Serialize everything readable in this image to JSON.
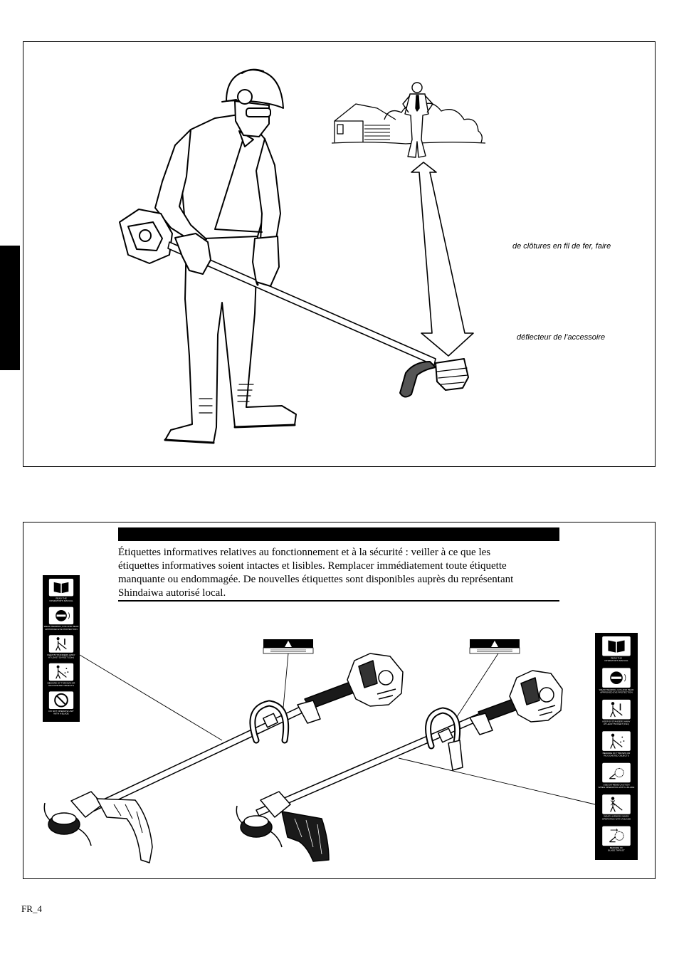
{
  "top_figure": {
    "caption_1": "de clôtures en fil de fer, faire",
    "caption_2": "déflecteur de l’accessoire"
  },
  "safety_labels": {
    "intro_lines": [
      "Étiquettes informatives relatives au fonctionnement et à la sécurité : veiller à ce que les",
      "étiquettes informatives soient intactes et lisibles. Remplacer immédiatement toute étiquette",
      "manquante ou endommagée. De nouvelles étiquettes sont disponibles auprès du représentant",
      "Shindaiwa autorisé local."
    ]
  },
  "labels": {
    "panels": [
      {
        "name": "left-safety-label",
        "items": [
          {
            "icon": "book-icon",
            "caption": [
              "READ THE",
              "OPERATOR'S MANUAL"
            ]
          },
          {
            "icon": "head-protection-icon",
            "caption": [
              "WEAR HEARING, EYE AND HEAD",
              "APPROVED EYE PROTECTION"
            ]
          },
          {
            "icon": "bystanders-icon",
            "caption": [
              "KEEP BYSTANDERS AWAY",
              "AT LEAST 50 FEET (15m)"
            ]
          },
          {
            "icon": "thrown-objects-icon",
            "caption": [
              "BEWARE OF THROWN OR",
              "RICOCHETED OBJECTS"
            ]
          },
          {
            "icon": "no-blade-icon",
            "caption": [
              "DO NOT OPERATE UNIT",
              "WITH A BLADE"
            ]
          }
        ]
      },
      {
        "name": "right-safety-label",
        "items": [
          {
            "icon": "book-icon",
            "caption": [
              "READ THE",
              "OPERATOR'S MANUAL"
            ]
          },
          {
            "icon": "head-protection-icon",
            "caption": [
              "WEAR HEARING, EYE AND HEAD",
              "APPROVED EYE PROTECTION"
            ]
          },
          {
            "icon": "bystanders-icon",
            "caption": [
              "KEEP BYSTANDERS AWAY",
              "AT LEAST 50 FEET (15m)"
            ]
          },
          {
            "icon": "thrown-objects-icon",
            "caption": [
              "BEWARE OF THROWN OR",
              "RICOCHETED OBJECTS"
            ]
          },
          {
            "icon": "blade-caution-icon",
            "caption": [
              "USE EXTREME CAUTION",
              "WHEN OPERATING WITH A BLADE"
            ]
          },
          {
            "icon": "harness-icon",
            "caption": [
              "WEAR HARNESS WHEN",
              "OPERATING WITH A BLADE"
            ]
          },
          {
            "icon": "blade-thrust-icon",
            "caption": [
              "BEWARE OF",
              "BLADE THRUST"
            ]
          }
        ]
      }
    ]
  },
  "footer": {
    "page_number": "FR_4"
  },
  "colors": {
    "ink": "#000000",
    "paper": "#ffffff",
    "dark_part": "#1a1a1a"
  }
}
